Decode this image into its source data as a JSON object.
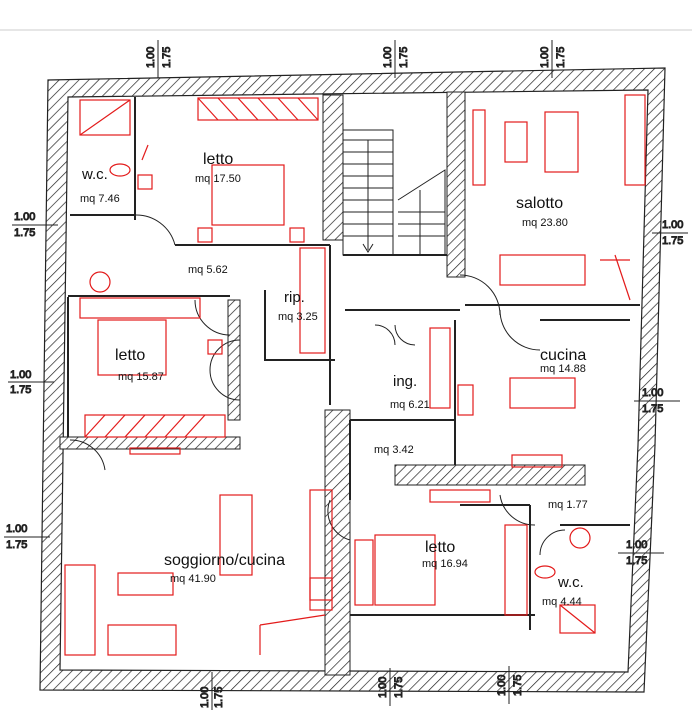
{
  "rooms": {
    "wc1": {
      "name": "w.c.",
      "area": "mq  7.46"
    },
    "letto1": {
      "name": "letto",
      "area": "mq  17.50"
    },
    "corridor": {
      "area": "mq  5.62"
    },
    "rip": {
      "name": "rip.",
      "area": "mq  3.25"
    },
    "letto2": {
      "name": "letto",
      "area": "mq  15.87"
    },
    "salotto": {
      "name": "salotto",
      "area": "mq  23.80"
    },
    "cucina": {
      "name": "cucina",
      "area": "mq  14.88"
    },
    "ing": {
      "name": "ing.",
      "area": "mq  6.21"
    },
    "hall2": {
      "area": "mq  3.42"
    },
    "hall3": {
      "area": "mq  1.77"
    },
    "soggiorno": {
      "name": "soggiorno/cucina",
      "area": "mq  41.90"
    },
    "letto3": {
      "name": "letto",
      "area": "mq  16.94"
    },
    "wc2": {
      "name": "w.c.",
      "area": "mq  4.44"
    }
  },
  "window_dims": {
    "top": "1.00",
    "bottom": "1.75"
  },
  "colors": {
    "wall": "#222222",
    "furniture": "#e31b1b",
    "text": "#111111"
  }
}
